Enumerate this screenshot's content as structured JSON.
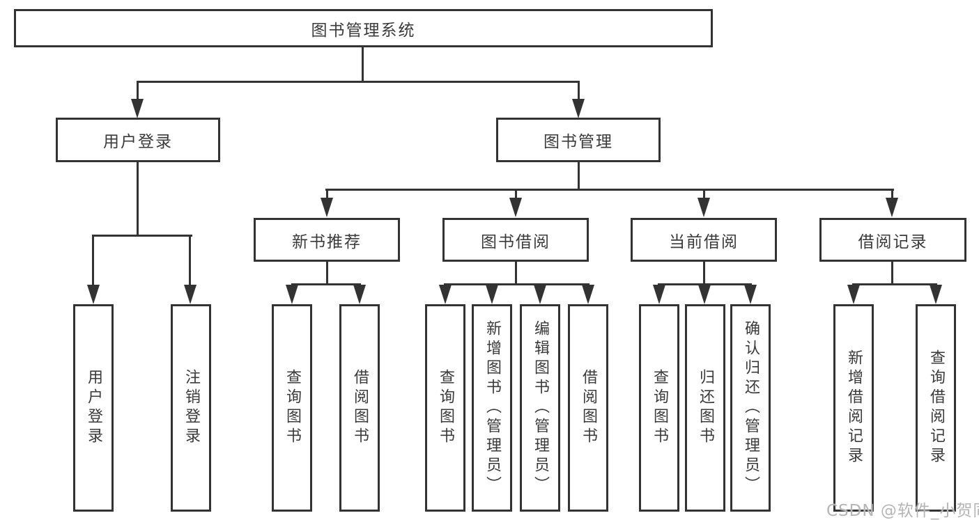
{
  "colors": {
    "line": "#333333",
    "text": "#3a3a3a",
    "watermark": "#b5b5b5",
    "background": "#ffffff"
  },
  "tree": {
    "root": {
      "label": "图书管理系统"
    },
    "branches": [
      {
        "label": "用户登录",
        "leaves": [
          {
            "label": "用户登录"
          },
          {
            "label": "注销登录"
          }
        ]
      },
      {
        "label": "图书管理",
        "groups": [
          {
            "label": "新书推荐",
            "leaves": [
              {
                "label": "查询图书"
              },
              {
                "label": "借阅图书"
              }
            ]
          },
          {
            "label": "图书借阅",
            "leaves": [
              {
                "label": "查询图书"
              },
              {
                "label": "新增图书（管理员）"
              },
              {
                "label": "编辑图书（管理员）"
              },
              {
                "label": "借阅图书"
              }
            ]
          },
          {
            "label": "当前借阅",
            "leaves": [
              {
                "label": "查询图书"
              },
              {
                "label": "归还图书"
              },
              {
                "label": "确认归还（管理员）"
              }
            ]
          },
          {
            "label": "借阅记录",
            "leaves": [
              {
                "label": "新增借阅记录"
              },
              {
                "label": "查询借阅记录"
              }
            ]
          }
        ]
      }
    ]
  },
  "watermark": {
    "label": "CSDN @软件_小贺同学"
  }
}
